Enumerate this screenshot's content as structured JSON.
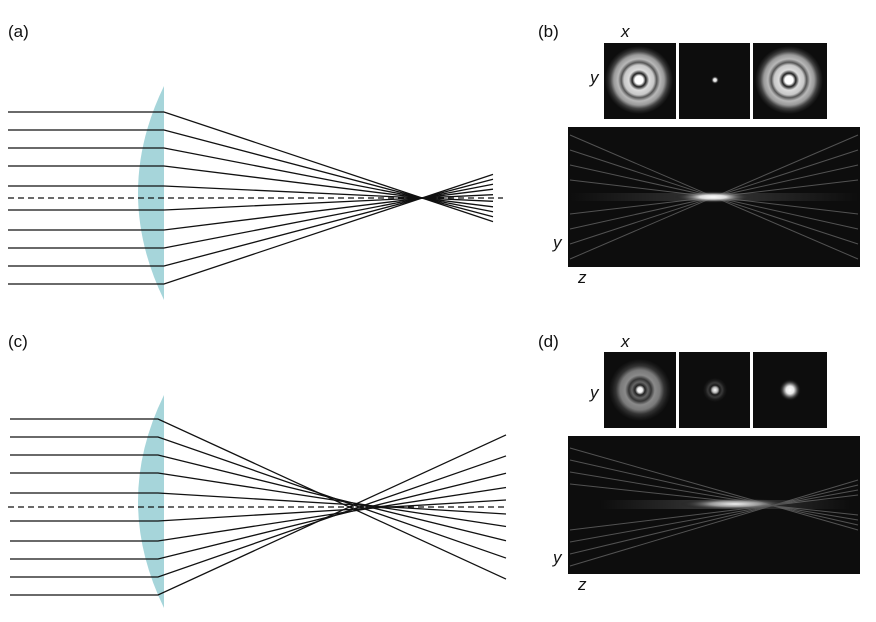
{
  "panels": {
    "a": {
      "label": "(a)"
    },
    "b": {
      "label": "(b)",
      "x_label": "x",
      "y_label_top": "y",
      "y_label_bottom": "y",
      "z_label": "z"
    },
    "c": {
      "label": "(c)"
    },
    "d": {
      "label": "(d)",
      "x_label": "x",
      "y_label_top": "y",
      "y_label_bottom": "y",
      "z_label": "z"
    }
  },
  "colors": {
    "lens_fill": "#a6d5da",
    "ray": "#111111",
    "image_bg": "#0d0d0d",
    "separator": "#dddddd"
  }
}
